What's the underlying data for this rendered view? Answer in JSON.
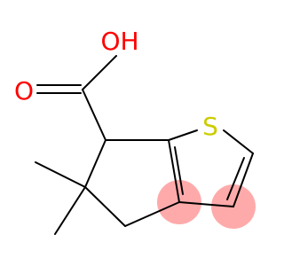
{
  "molecule": {
    "atom_labels": {
      "hydroxyl": "OH",
      "carbonyl_oxygen": "O",
      "sulfur": "S"
    },
    "colors": {
      "oxygen": "#ff0000",
      "sulfur": "#cccc00",
      "bond": "#000000",
      "aromatic_highlight": "#ffaaaa"
    }
  }
}
